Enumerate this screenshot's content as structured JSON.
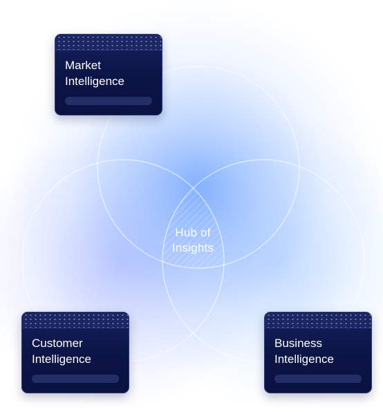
{
  "diagram": {
    "center_label": [
      "Hub of",
      "Insights"
    ],
    "cards": {
      "market": {
        "title": [
          "Market",
          "Intelligence"
        ]
      },
      "customer": {
        "title": [
          "Customer",
          "Intelligence"
        ]
      },
      "business": {
        "title": [
          "Business",
          "Intelligence"
        ]
      }
    }
  }
}
